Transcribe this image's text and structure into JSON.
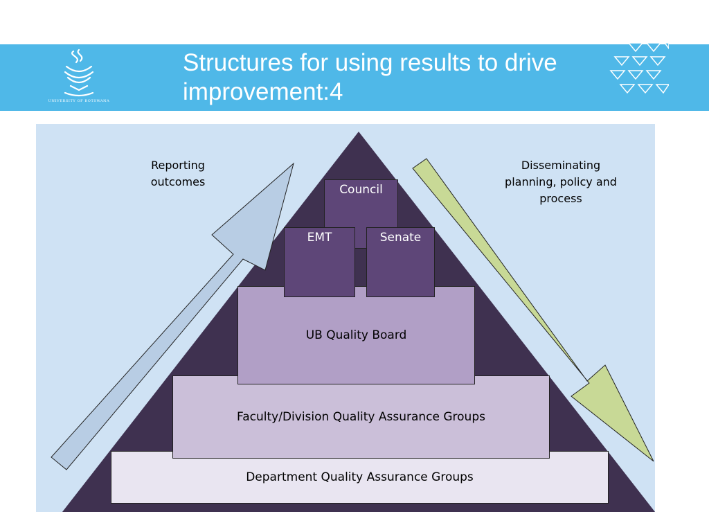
{
  "header": {
    "title_line1": "Structures for using results to drive",
    "title_line2": "improvement:4",
    "logo_caption": "UNIVERSITY OF BOTSWANA"
  },
  "labels": {
    "reporting_line1": "Reporting",
    "reporting_line2": "outcomes",
    "disseminating_line1": "Disseminating",
    "disseminating_line2": "planning, policy and",
    "disseminating_line3": "process"
  },
  "tiers": {
    "council": "Council",
    "emt": "EMT",
    "senate": "Senate",
    "quality_board": "UB Quality Board",
    "faculty_groups": "Faculty/Division Quality Assurance Groups",
    "department_groups": "Department Quality Assurance Groups"
  },
  "colors": {
    "header_band": "#4fb8e8",
    "panel": "#cfe2f4",
    "pyramid": "#3f3150",
    "top_boxes": "#5e4678",
    "quality_board": "#b19fc6",
    "faculty": "#cbbfd9",
    "department": "#e9e5f1",
    "up_arrow": "#b8cde4",
    "down_arrow": "#c8d996"
  }
}
